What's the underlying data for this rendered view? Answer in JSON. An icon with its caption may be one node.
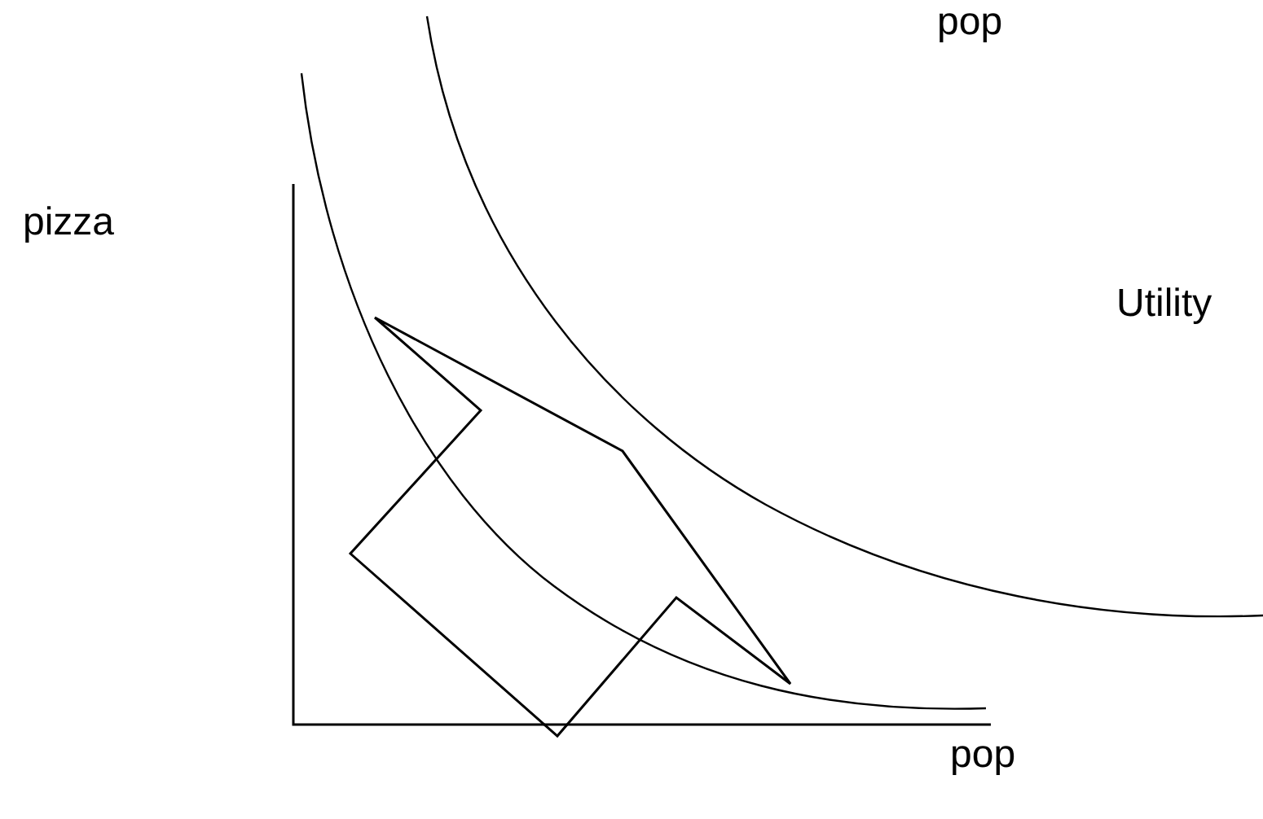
{
  "diagram": {
    "labels": [
      "pop",
      "pizza",
      "Utility",
      "pop"
    ]
  }
}
